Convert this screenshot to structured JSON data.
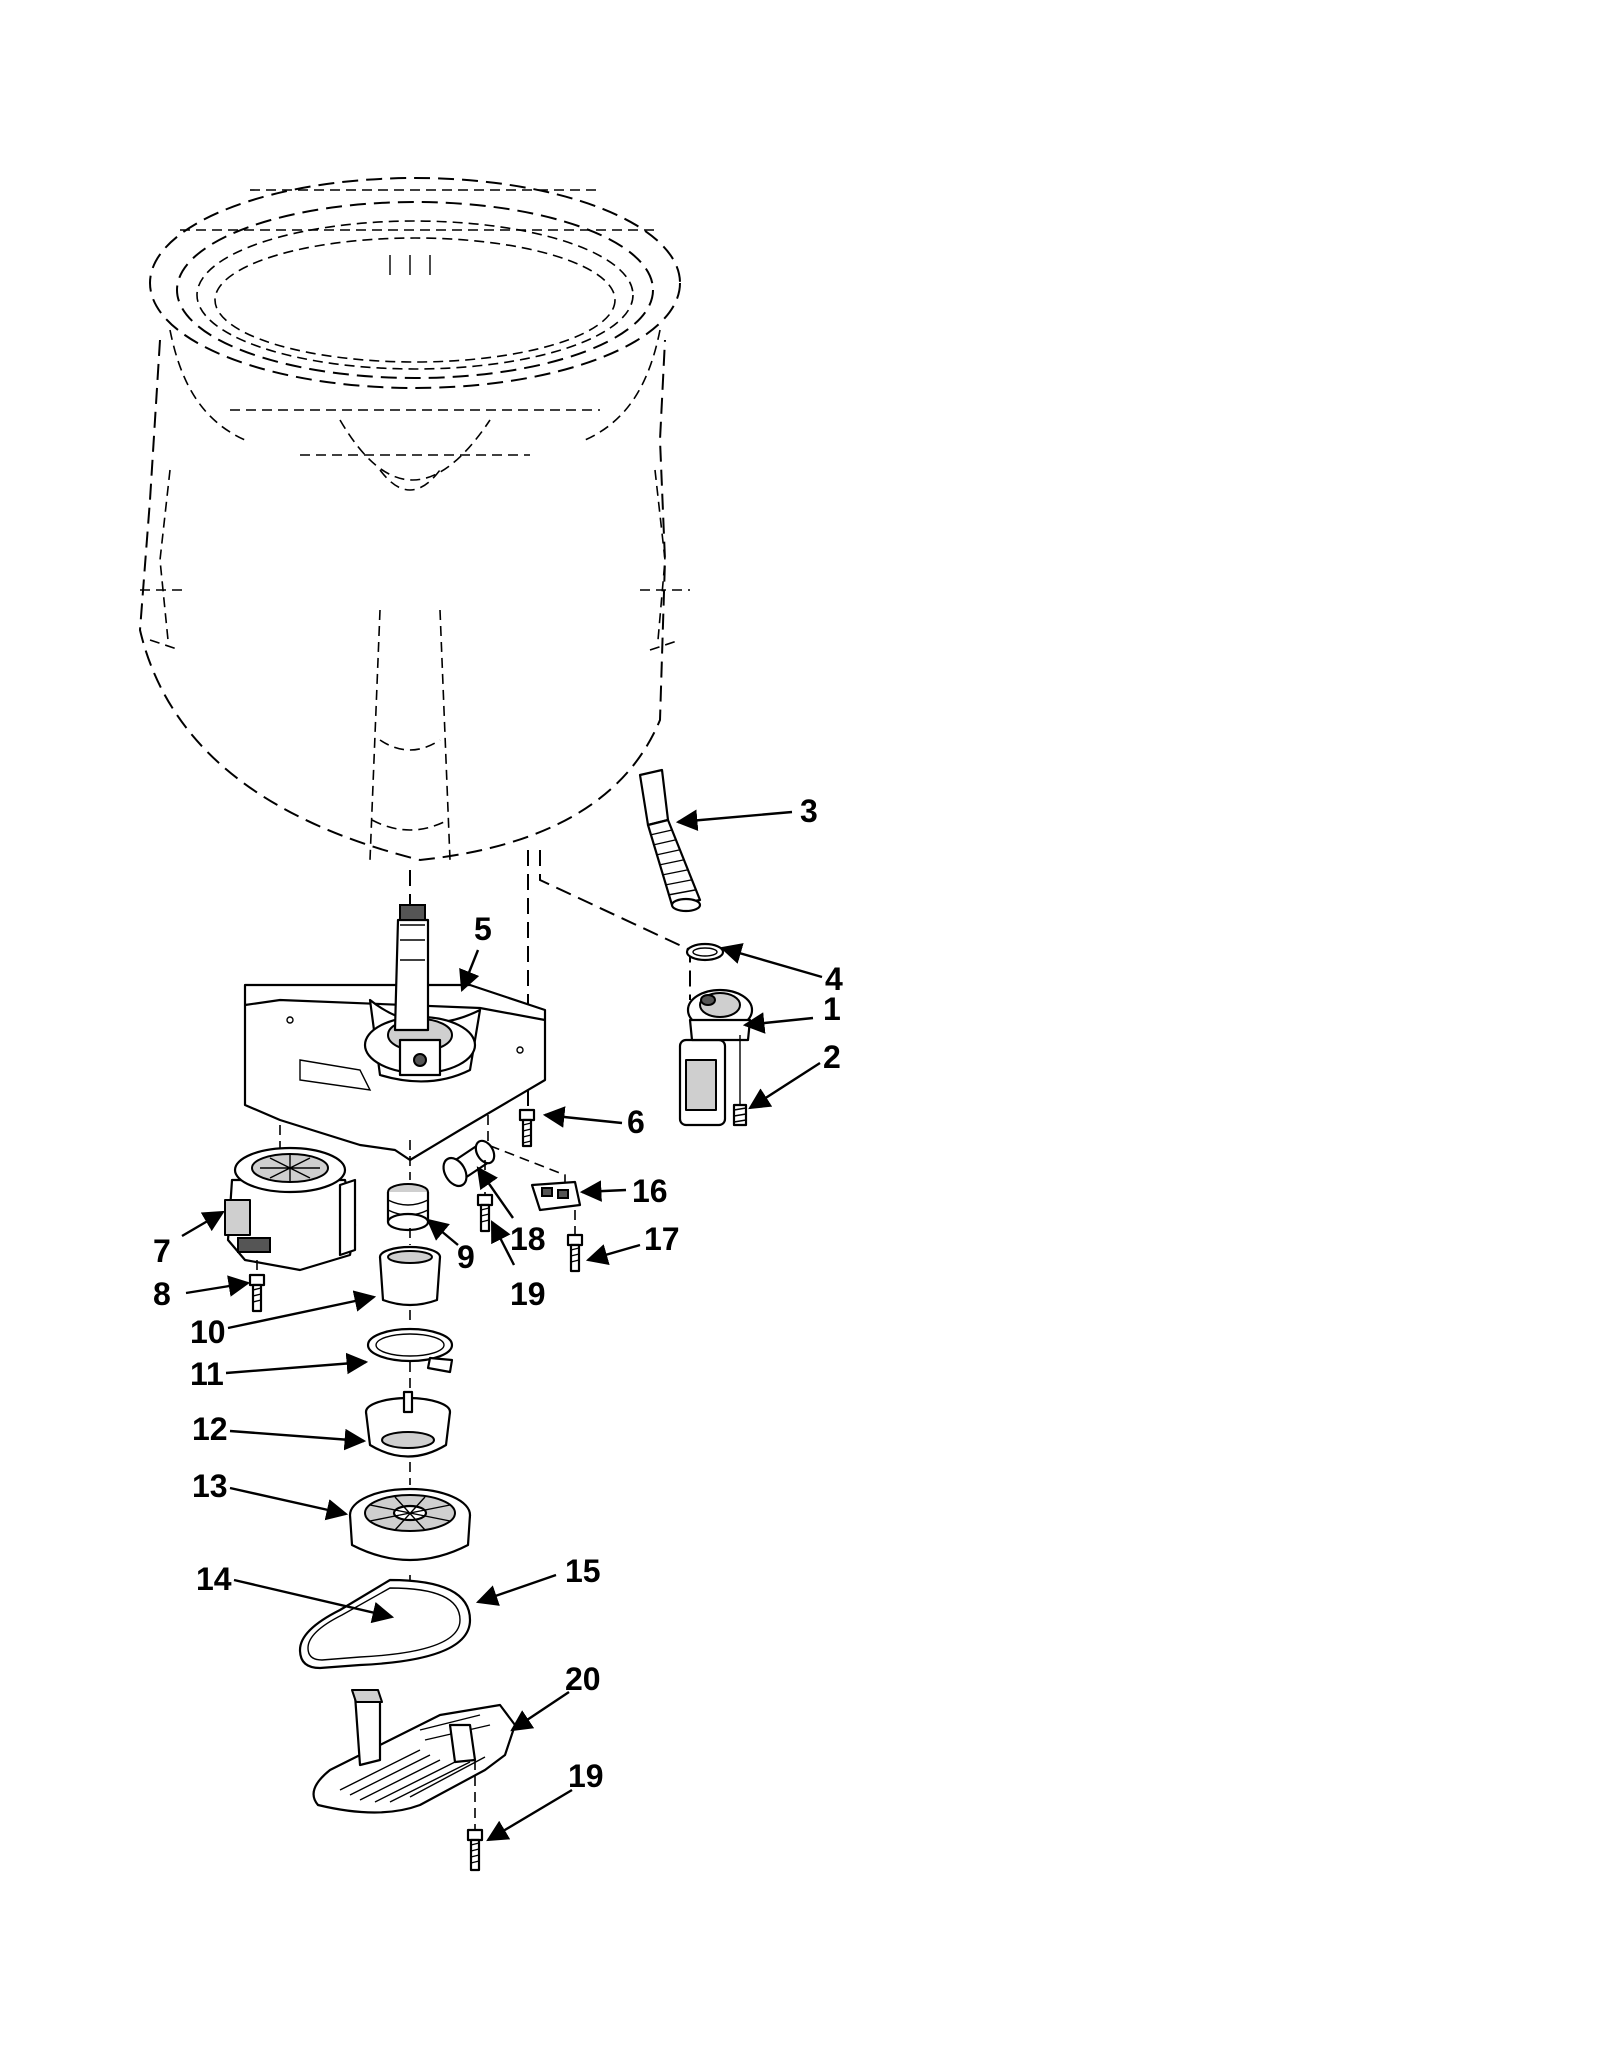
{
  "callouts": [
    {
      "id": "c1",
      "label": "1"
    },
    {
      "id": "c2",
      "label": "2"
    },
    {
      "id": "c3",
      "label": "3"
    },
    {
      "id": "c4",
      "label": "4"
    },
    {
      "id": "c5",
      "label": "5"
    },
    {
      "id": "c6",
      "label": "6"
    },
    {
      "id": "c7",
      "label": "7"
    },
    {
      "id": "c8",
      "label": "8"
    },
    {
      "id": "c9",
      "label": "9"
    },
    {
      "id": "c10",
      "label": "10"
    },
    {
      "id": "c11",
      "label": "11"
    },
    {
      "id": "c12",
      "label": "12"
    },
    {
      "id": "c13",
      "label": "13"
    },
    {
      "id": "c14",
      "label": "14"
    },
    {
      "id": "c15",
      "label": "15"
    },
    {
      "id": "c16",
      "label": "16"
    },
    {
      "id": "c17",
      "label": "17"
    },
    {
      "id": "c18",
      "label": "18"
    },
    {
      "id": "c19a",
      "label": "19"
    },
    {
      "id": "c19b",
      "label": "19"
    },
    {
      "id": "c20",
      "label": "20"
    }
  ]
}
